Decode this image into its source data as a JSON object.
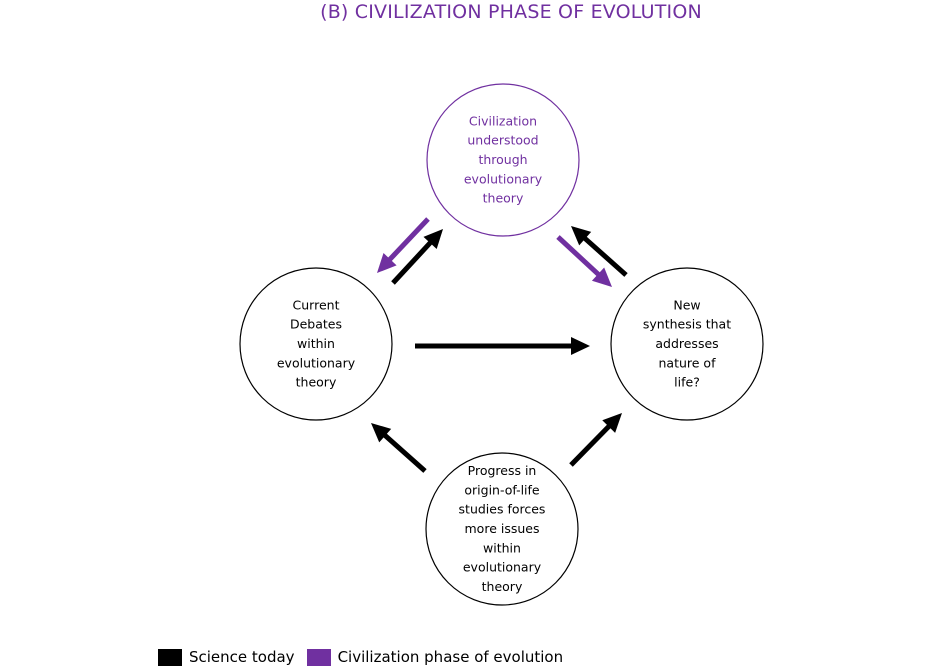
{
  "title": "(B) CIVILIZATION PHASE OF EVOLUTION",
  "colors": {
    "title": "#7030a0",
    "science_today": "#000000",
    "civilization_phase": "#7030a0",
    "node_black_stroke": "#000000",
    "node_purple_stroke": "#7030a0",
    "node_purple_text": "#7030a0",
    "node_black_text": "#000000"
  },
  "nodes": {
    "top": {
      "lines": [
        "Civilization",
        "understood",
        "through",
        "evolutionary",
        "theory"
      ],
      "style": "purple"
    },
    "left": {
      "lines": [
        "Current",
        "Debates",
        "within",
        "evolutionary",
        "theory"
      ],
      "style": "black"
    },
    "right": {
      "lines": [
        "New",
        "synthesis that",
        "addresses",
        "nature of",
        "life?"
      ],
      "style": "black"
    },
    "bottom": {
      "lines": [
        "Progress in",
        "origin-of-life",
        "studies forces",
        "more issues",
        "within",
        "evolutionary",
        "theory"
      ],
      "style": "black"
    }
  },
  "arrows": [
    {
      "from": "left",
      "to": "top",
      "kind": "science_today"
    },
    {
      "from": "top",
      "to": "left",
      "kind": "civilization_phase"
    },
    {
      "from": "right",
      "to": "top",
      "kind": "science_today"
    },
    {
      "from": "top",
      "to": "right",
      "kind": "civilization_phase"
    },
    {
      "from": "left",
      "to": "right",
      "kind": "science_today"
    },
    {
      "from": "bottom",
      "to": "left",
      "kind": "science_today"
    },
    {
      "from": "bottom",
      "to": "right",
      "kind": "science_today"
    }
  ],
  "legend": [
    {
      "label": "Science today",
      "kind": "science_today"
    },
    {
      "label": "Civilization phase of evolution",
      "kind": "civilization_phase"
    }
  ]
}
